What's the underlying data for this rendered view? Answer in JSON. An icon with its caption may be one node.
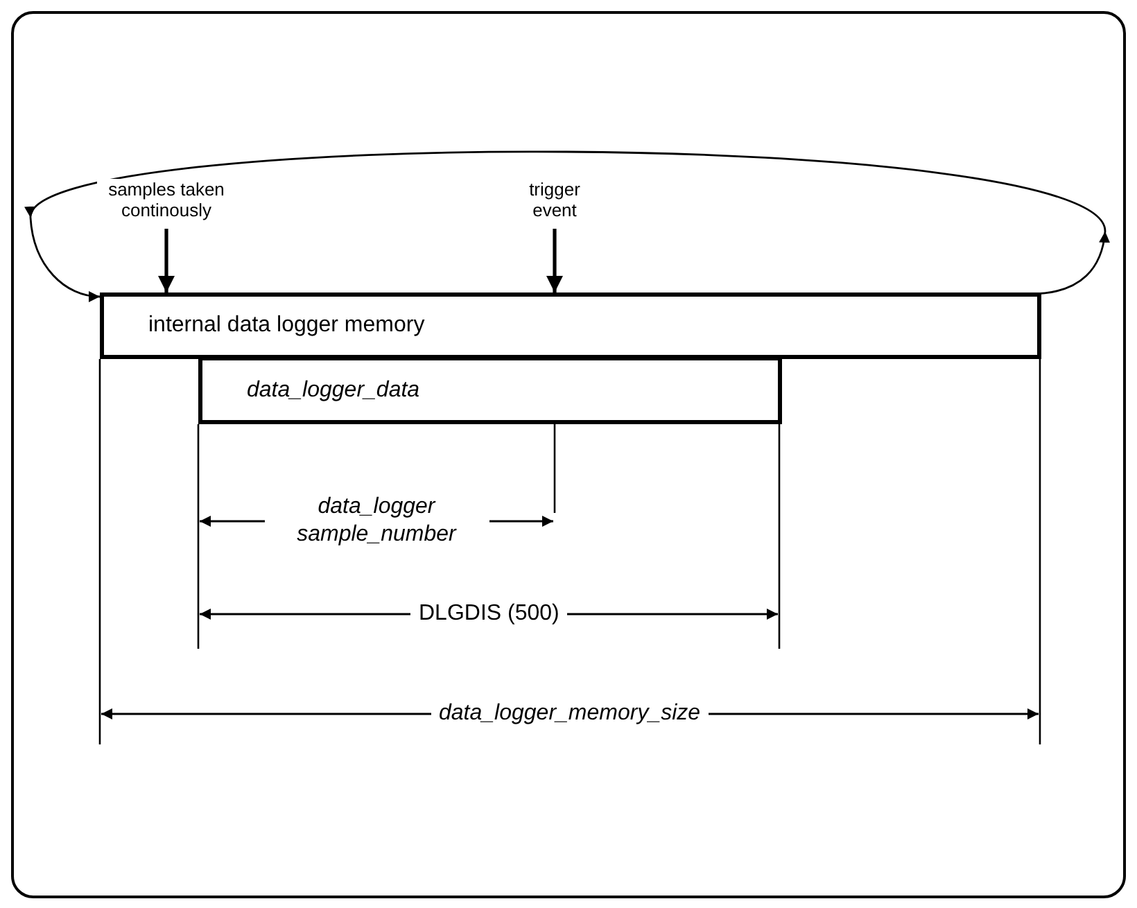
{
  "diagram": {
    "nodes": [
      {
        "text": [
          "internal data logger memory"
        ]
      },
      {
        "text": [
          "data_logger_data"
        ]
      },
      {
        "text": [
          "samples taken continously"
        ]
      },
      {
        "text": [
          "trigger event"
        ]
      }
    ],
    "edges": [
      {
        "from": 0,
        "to": 0,
        "arrow": "to"
      },
      {
        "from": 2,
        "to": 0,
        "arrow": "to"
      },
      {
        "from": 3,
        "to": 0,
        "arrow": "to"
      }
    ],
    "labels": [
      "data_logger sample_number",
      "DLGDIS (500)",
      "data_logger_memory_size"
    ]
  }
}
